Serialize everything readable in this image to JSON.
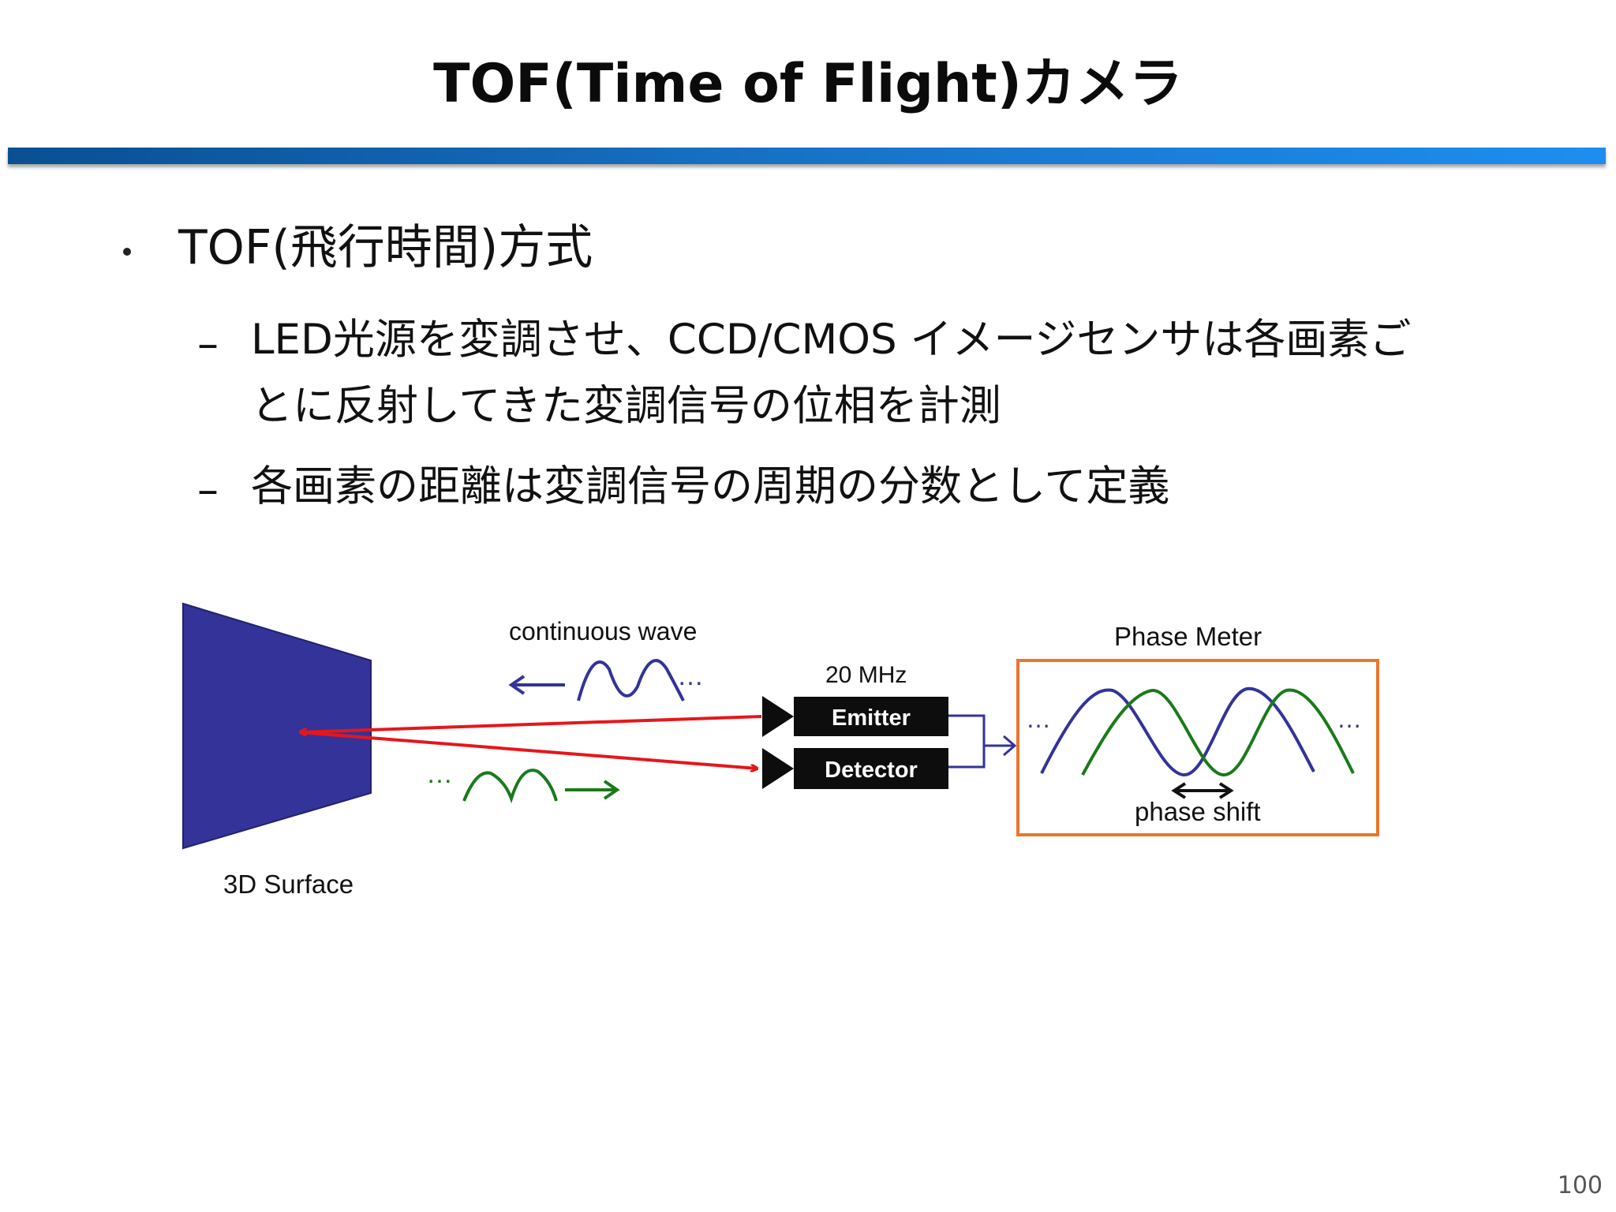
{
  "slide": {
    "title": "TOF(Time of Flight)カメラ",
    "page_number": "100"
  },
  "bullets": [
    {
      "text": "TOF(飛行時間)方式",
      "subitems": [
        {
          "dash": "–",
          "lines": [
            "LED光源を変調させ、CCD/CMOS イメージセンサは各画素ご",
            "とに反射してきた変調信号の位相を計測"
          ]
        },
        {
          "dash": "–",
          "lines": [
            "各画素の距離は変調信号の周期の分数として定義"
          ]
        }
      ]
    }
  ],
  "diagram": {
    "surface_label": "3D Surface",
    "continuous_wave_label": "continuous wave",
    "frequency_label": "20 MHz",
    "emitter_label": "Emitter",
    "detector_label": "Detector",
    "phase_meter_label": "Phase Meter",
    "phase_shift_label": "phase shift",
    "ellipsis": "…",
    "colors": {
      "surface": "#333399",
      "outgoing_wave": "#333399",
      "returning_wave": "#1a7a1a",
      "beam": "#e6161b",
      "phase_meter_border": "#e8762d",
      "box_fill": "#0d0d0d"
    }
  }
}
